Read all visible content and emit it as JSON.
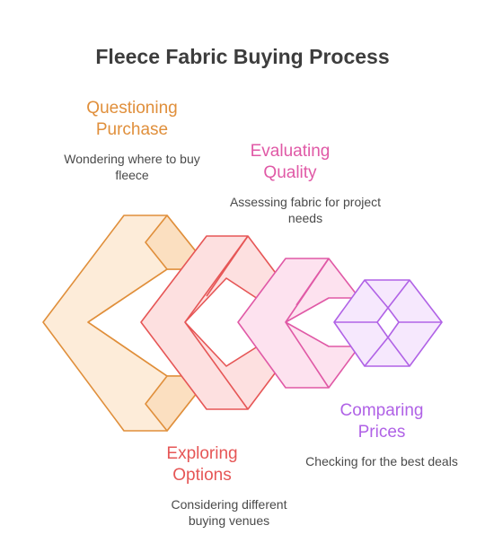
{
  "title": "Fleece Fabric Buying Process",
  "steps": [
    {
      "title": "Questioning Purchase",
      "description": "Wondering where to buy fleece",
      "color": "#e08f3b",
      "fill": "#fdecd9"
    },
    {
      "title": "Evaluating Quality",
      "description": "Assessing fabric for project needs",
      "color": "#e059a6",
      "fill": "#fde2ef"
    },
    {
      "title": "Exploring Options",
      "description": "Considering different buying venues",
      "color": "#e65656",
      "fill": "#fde0e0"
    },
    {
      "title": "Comparing Prices",
      "description": "Checking for the best deals",
      "color": "#b062e6",
      "fill": "#f6e8fd"
    }
  ]
}
